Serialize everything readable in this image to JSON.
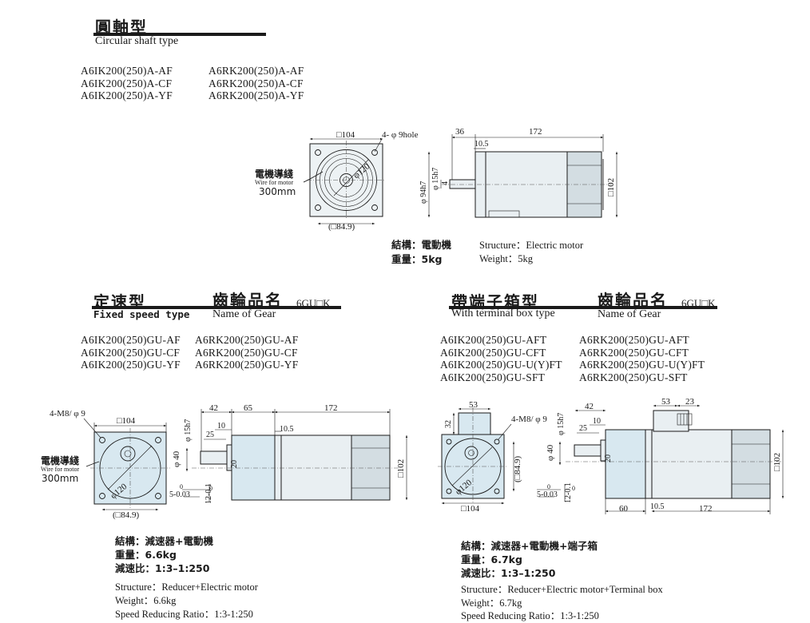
{
  "circular": {
    "title_cn": "圓軸型",
    "title_en": "Circular shaft type",
    "models_left": [
      "A6IK200(250)A-AF",
      "A6IK200(250)A-CF",
      "A6IK200(250)A-YF"
    ],
    "models_right": [
      "A6RK200(250)A-AF",
      "A6RK200(250)A-CF",
      "A6RK200(250)A-YF"
    ],
    "structure_cn": "結構：電動機",
    "weight_cn": "重量：5kg",
    "structure_en": "Structure：Electric motor",
    "weight_en": "Weight：5kg",
    "dims": {
      "front_square": "□104",
      "holes": "4- φ 9hole",
      "pcd": "φ120",
      "pitch": "(□84.9)",
      "wire_cn": "電機導綫",
      "wire_en": "Wire for motor",
      "wire_len": "300mm",
      "len_total": "172",
      "len_shaft": "36",
      "len_flange": "10.5",
      "d_spigot": "φ 94h7",
      "d_shaft": "φ 15h7",
      "key": "4",
      "height": "□102"
    }
  },
  "fixed": {
    "title_cn": "定速型",
    "title_en": "Fixed speed type",
    "gear_cn": "齒輪品名",
    "gear_en": "Name of Gear",
    "gear_code": "6GU□K",
    "models_left": [
      "A6IK200(250)GU-AF",
      "A6IK200(250)GU-CF",
      "A6IK200(250)GU-YF"
    ],
    "models_right": [
      "A6RK200(250)GU-AF",
      "A6RK200(250)GU-CF",
      "A6RK200(250)GU-YF"
    ],
    "structure_cn": "結構：減速器+電動機",
    "weight_cn": "重量：6.6kg",
    "ratio_cn": "減速比：1:3–1:250",
    "structure_en": "Structure：Reducer+Electric motor",
    "weight_en": "Weight：6.6kg",
    "ratio_en": "Speed Reducing Ratio：1:3-1:250",
    "dims": {
      "holes": "4-M8/ φ 9",
      "front_square": "□104",
      "pcd": "φ120",
      "pitch": "(□84.9)",
      "wire_cn": "電機導綫",
      "wire_en": "Wire for motor",
      "wire_len": "300mm",
      "d_shaft": "φ 15h7",
      "d_boss": "φ 40",
      "len_shaft": "42",
      "len_key": "25",
      "len_10": "10",
      "len_gear": "65",
      "len_flange": "10.5",
      "len_total": "172",
      "key_h": "20",
      "height": "□102",
      "key_tol": "5-0.03",
      "key_tol_top": "0",
      "key_depth": "12-0.1",
      "key_depth_top": "0"
    }
  },
  "terminal": {
    "title_cn": "帶端子箱型",
    "title_en": "With terminal box type",
    "gear_cn": "齒輪品名",
    "gear_en": "Name of Gear",
    "gear_code": "6GU□K",
    "models_left": [
      "A6IK200(250)GU-AFT",
      "A6IK200(250)GU-CFT",
      "A6IK200(250)GU-U(Y)FT",
      "A6IK200(250)GU-SFT"
    ],
    "models_right": [
      "A6RK200(250)GU-AFT",
      "A6RK200(250)GU-CFT",
      "A6RK200(250)GU-U(Y)FT",
      "A6RK200(250)GU-SFT"
    ],
    "structure_cn": "結構：減速器+電動機+端子箱",
    "weight_cn": "重量：6.7kg",
    "ratio_cn": "減速比：1:3–1:250",
    "structure_en": "Structure：Reducer+Electric motor+Terminal box",
    "weight_en": "Weight：6.7kg",
    "ratio_en": "Speed Reducing Ratio：1:3-1:250",
    "dims": {
      "box_w": "53",
      "box_h": "32",
      "holes": "4-M8/ φ 9",
      "pcd": "φ120",
      "pitch": "(□84.9)",
      "front_square": "□104",
      "d_shaft": "φ 15h7",
      "d_boss": "φ 40",
      "len_shaft": "42",
      "len_key": "25",
      "len_10": "10",
      "key_h": "20",
      "box_top_w": "53",
      "box_top_23": "23",
      "len_gear": "60",
      "len_flange": "10.5",
      "len_total": "172",
      "height": "□102",
      "key_tol": "5-0.03",
      "key_tol_top": "0",
      "key_depth": "12-0.1",
      "key_depth_top": "0"
    }
  }
}
